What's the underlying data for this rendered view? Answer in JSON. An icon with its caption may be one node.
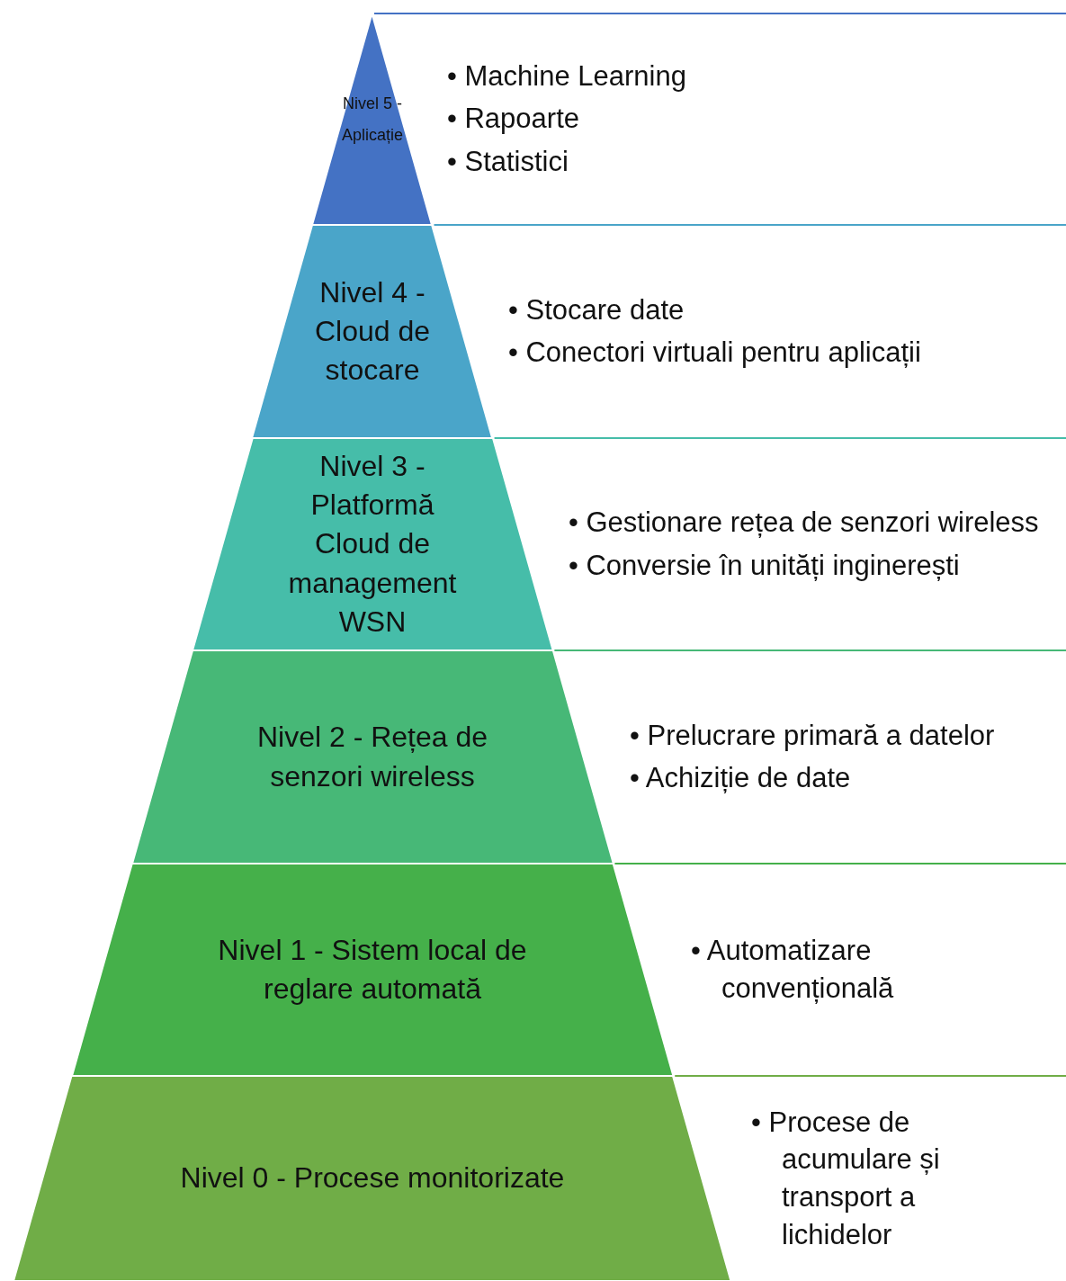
{
  "diagram": {
    "nodes": [
      {
        "text": [
          "Nivel 5 - Aplicație"
        ],
        "beside": [
          "• Machine Learning",
          "• Rapoarte",
          "• Statistici"
        ]
      },
      {
        "text": [
          "Nivel 4 - Cloud de stocare"
        ],
        "beside": [
          "• Stocare date",
          "• Conectori virtuali pentru aplicații"
        ]
      },
      {
        "text": [
          "Nivel 3 - Platformă Cloud de management WSN"
        ],
        "beside": [
          "• Gestionare rețea de senzori wireless",
          "• Conversie în unități inginerești"
        ]
      },
      {
        "text": [
          "Nivel 2 - Rețea de senzori wireless"
        ],
        "beside": [
          "• Prelucrare primară a datelor",
          "• Achiziție de date"
        ]
      },
      {
        "text": [
          "Nivel 1 - Sistem local de reglare automată"
        ],
        "beside": [
          "• Automatizare convențională"
        ]
      },
      {
        "text": [
          "Nivel 0 - Procese monitorizate"
        ],
        "beside": [
          "• Procese de acumulare și transport a lichidelor"
        ]
      }
    ]
  }
}
